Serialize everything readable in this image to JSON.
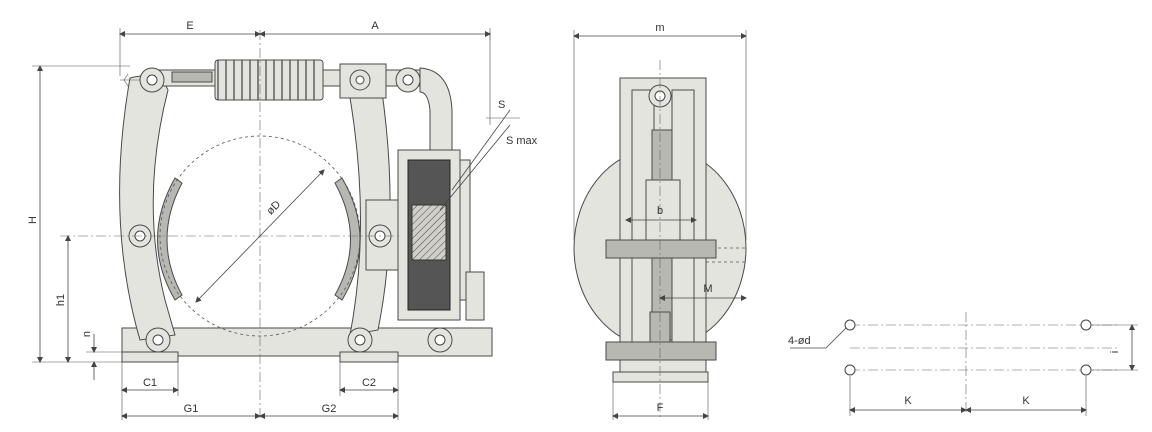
{
  "labels": {
    "E": "E",
    "A": "A",
    "m": "m",
    "S": "S",
    "Smax": "S max",
    "H": "H",
    "h1": "h1",
    "n": "n",
    "phiD": "øD",
    "C1": "C1",
    "C2": "C2",
    "G1": "G1",
    "G2": "G2",
    "b": "b",
    "M": "M",
    "F": "F",
    "holes": "4-ød",
    "i": "i",
    "K_left": "K",
    "K_right": "K"
  },
  "colors": {
    "line": "#444444",
    "part_fill": "#e4e4df",
    "coil": "#555555"
  }
}
